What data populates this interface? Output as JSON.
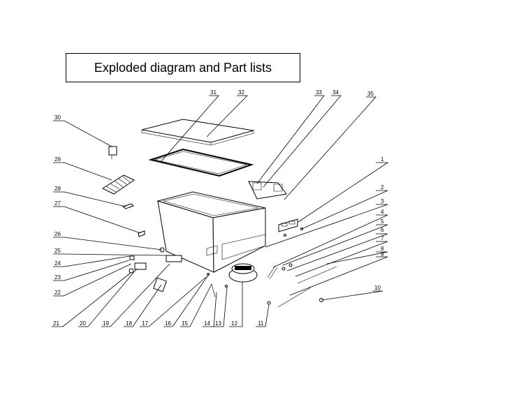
{
  "title": "Exploded diagram and Part lists",
  "callouts": [
    "1",
    "2",
    "3",
    "4",
    "5",
    "6",
    "7",
    "8",
    "9",
    "10",
    "11",
    "12",
    "13",
    "14",
    "15",
    "16",
    "17",
    "18",
    "19",
    "20",
    "21",
    "22",
    "23",
    "24",
    "25",
    "26",
    "27",
    "28",
    "29",
    "30",
    "31",
    "32",
    "33",
    "34",
    "35"
  ],
  "colors": {
    "ink": "#000000",
    "paper": "#ffffff"
  }
}
